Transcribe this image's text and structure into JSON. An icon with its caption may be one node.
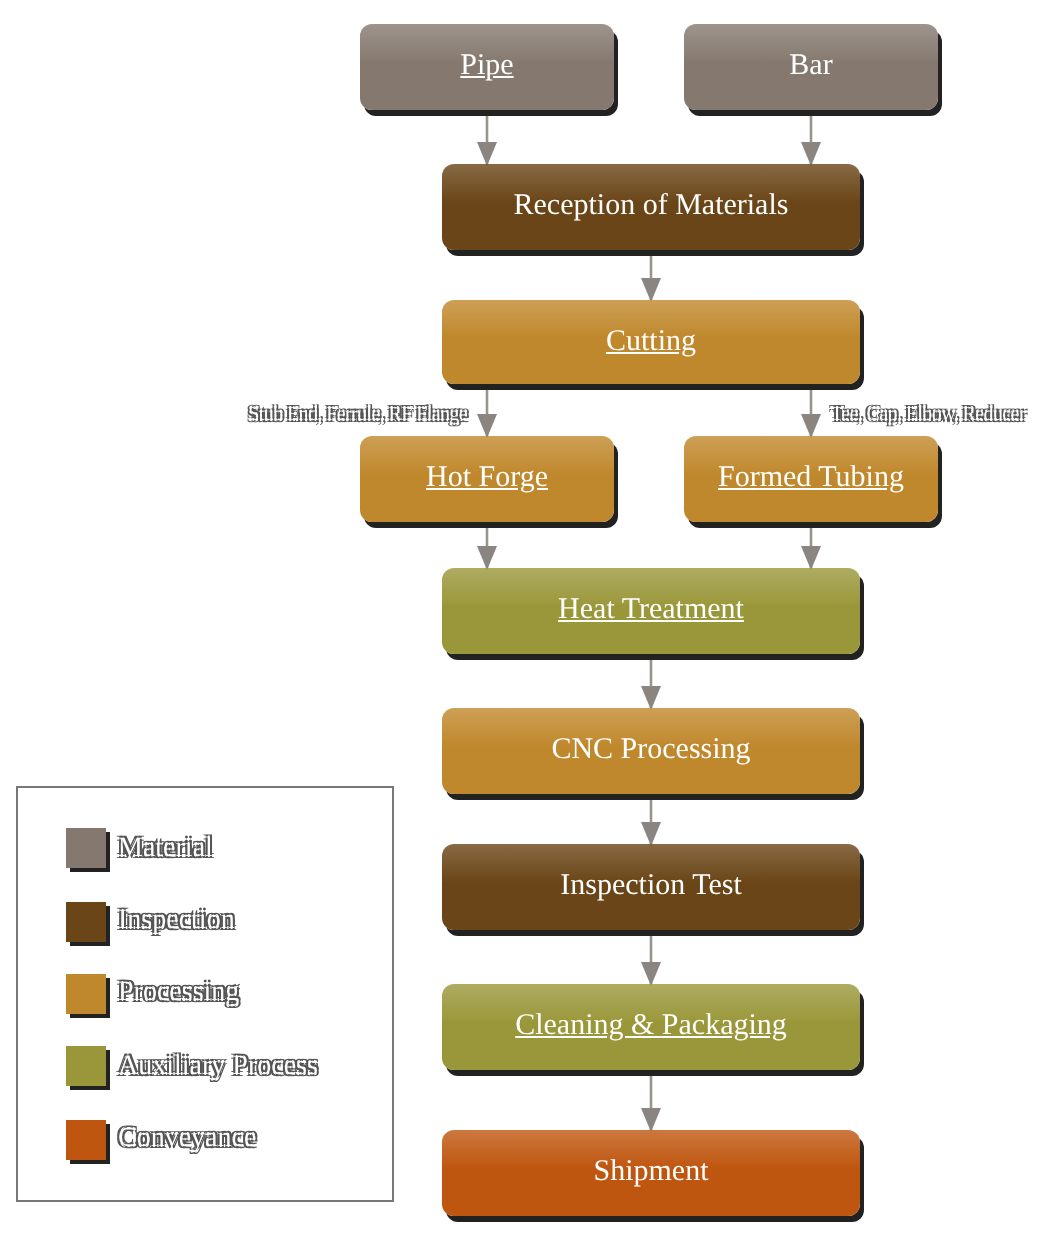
{
  "diagram": {
    "nodes": [
      {
        "text": [
          "Pipe"
        ]
      },
      {
        "text": [
          "Bar"
        ]
      },
      {
        "text": [
          "Reception of Materials"
        ]
      },
      {
        "text": [
          "Cutting"
        ]
      },
      {
        "text": [
          "Hot Forge"
        ]
      },
      {
        "text": [
          "Formed Tubing"
        ]
      },
      {
        "text": [
          "Heat Treatment"
        ]
      },
      {
        "text": [
          "CNC Processing"
        ]
      },
      {
        "text": [
          "Inspection Test"
        ]
      },
      {
        "text": [
          "Cleaning & Packaging"
        ]
      },
      {
        "text": [
          "Shipment"
        ]
      }
    ],
    "edges": [
      {
        "from": 0,
        "to": 2,
        "arrow": "to"
      },
      {
        "from": 1,
        "to": 2,
        "arrow": "to"
      },
      {
        "from": 2,
        "to": 3,
        "arrow": "to"
      },
      {
        "from": 3,
        "to": 4,
        "arrow": "to",
        "label": "Stub End, Ferrule, RF Flange"
      },
      {
        "from": 3,
        "to": 5,
        "arrow": "to",
        "label": "Tee, Cap, Elbow, Reducer"
      },
      {
        "from": 4,
        "to": 6,
        "arrow": "to"
      },
      {
        "from": 5,
        "to": 6,
        "arrow": "to"
      },
      {
        "from": 6,
        "to": 7,
        "arrow": "to"
      },
      {
        "from": 7,
        "to": 8,
        "arrow": "to"
      },
      {
        "from": 8,
        "to": 9,
        "arrow": "to"
      },
      {
        "from": 9,
        "to": 10,
        "arrow": "to"
      }
    ],
    "legend": [
      {
        "text": "Material",
        "color": "#85796f"
      },
      {
        "text": "Inspection",
        "color": "#6a4517"
      },
      {
        "text": "Processing",
        "color": "#c0882c"
      },
      {
        "text": "Auxiliary Process",
        "color": "#9a973a"
      },
      {
        "text": "Conveyance",
        "color": "#bf560f"
      }
    ]
  }
}
